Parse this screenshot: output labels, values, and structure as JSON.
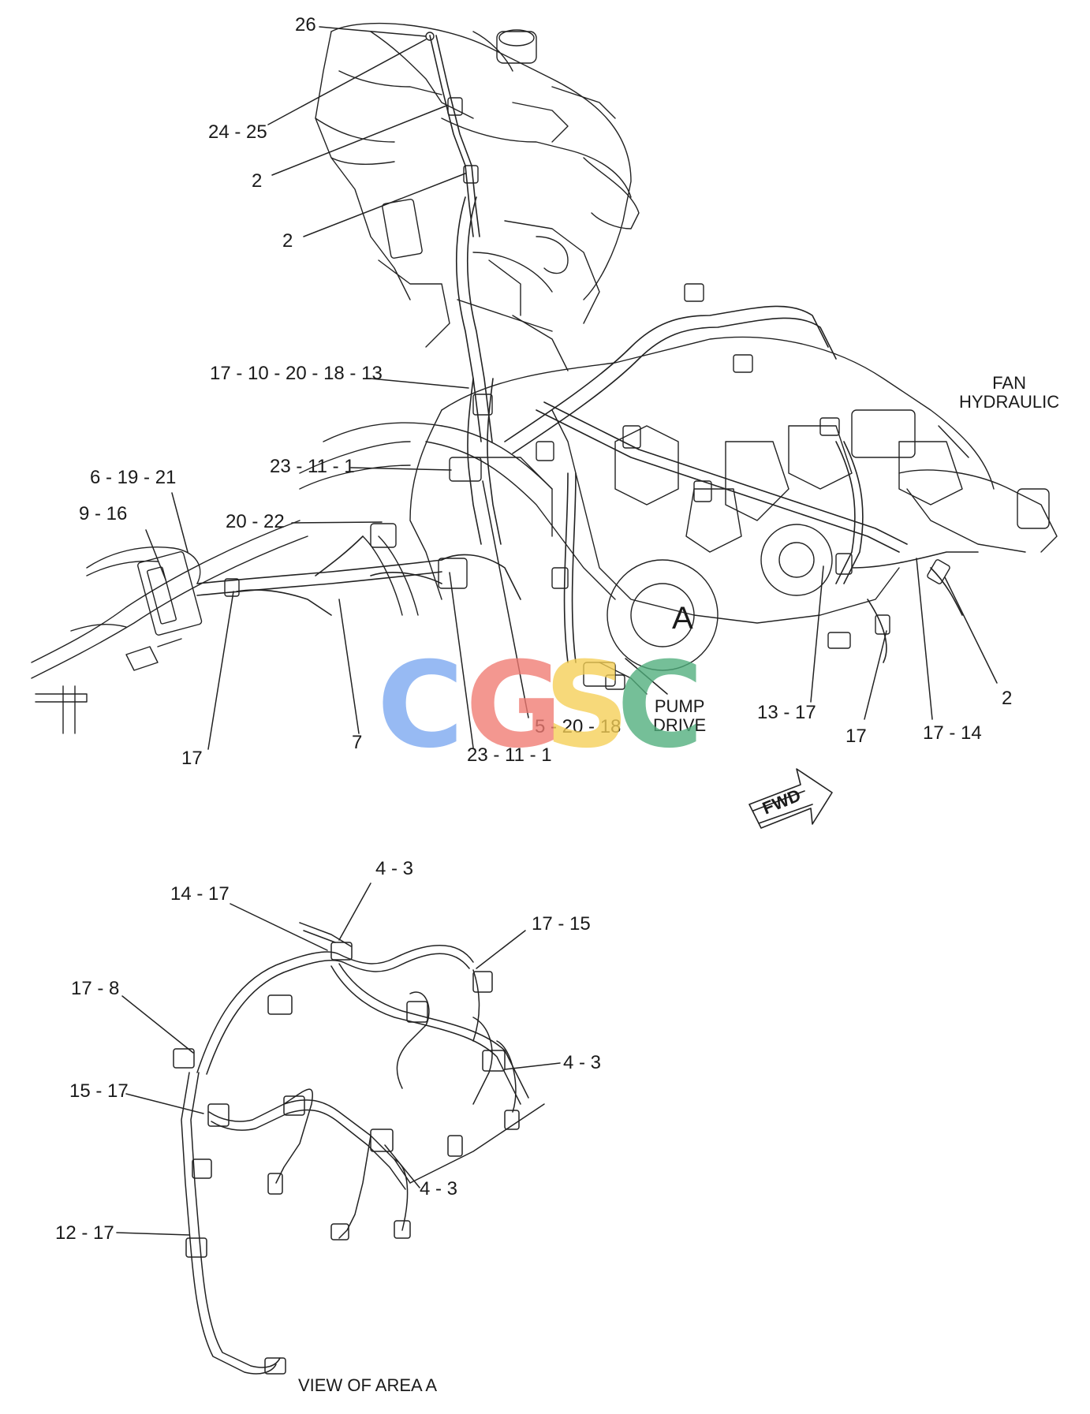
{
  "callouts": {
    "c26": "26",
    "c24_25": "24 - 25",
    "c2_a": "2",
    "c2_b": "2",
    "c17_10_20_18_13": "17 - 10 - 20 - 18 - 13",
    "c23_11_1_top": "23 - 11 - 1",
    "c6_19_21": "6 - 19 - 21",
    "c9_16": "9 - 16",
    "c20_22": "20 - 22",
    "c17_left": "17",
    "c7": "7",
    "c23_11_1_bottom": "23 - 11 - 1",
    "c5_20_18": "5 - 20 - 18",
    "c13_17": "13 - 17",
    "c17_right": "17",
    "c17_14": "17 - 14",
    "c2_right": "2",
    "fan_hydraulic": "FAN\nHYDRAULIC",
    "pump_drive": "PUMP\nDRIVE",
    "area_a": "A",
    "fwd": "FWD",
    "v4_3_top": "4 - 3",
    "v14_17": "14 - 17",
    "v17_15": "17 - 15",
    "v17_8": "17 - 8",
    "v4_3_right": "4 - 3",
    "v15_17": "15 - 17",
    "v4_3_bottom": "4 - 3",
    "v12_17": "12 - 17",
    "view_caption": "VIEW OF AREA  A"
  },
  "watermark": {
    "letters": [
      "C",
      "G",
      "S",
      "C"
    ],
    "colors": [
      "#7aa7f0",
      "#f07a72",
      "#f5cf55",
      "#4fae7c"
    ]
  }
}
